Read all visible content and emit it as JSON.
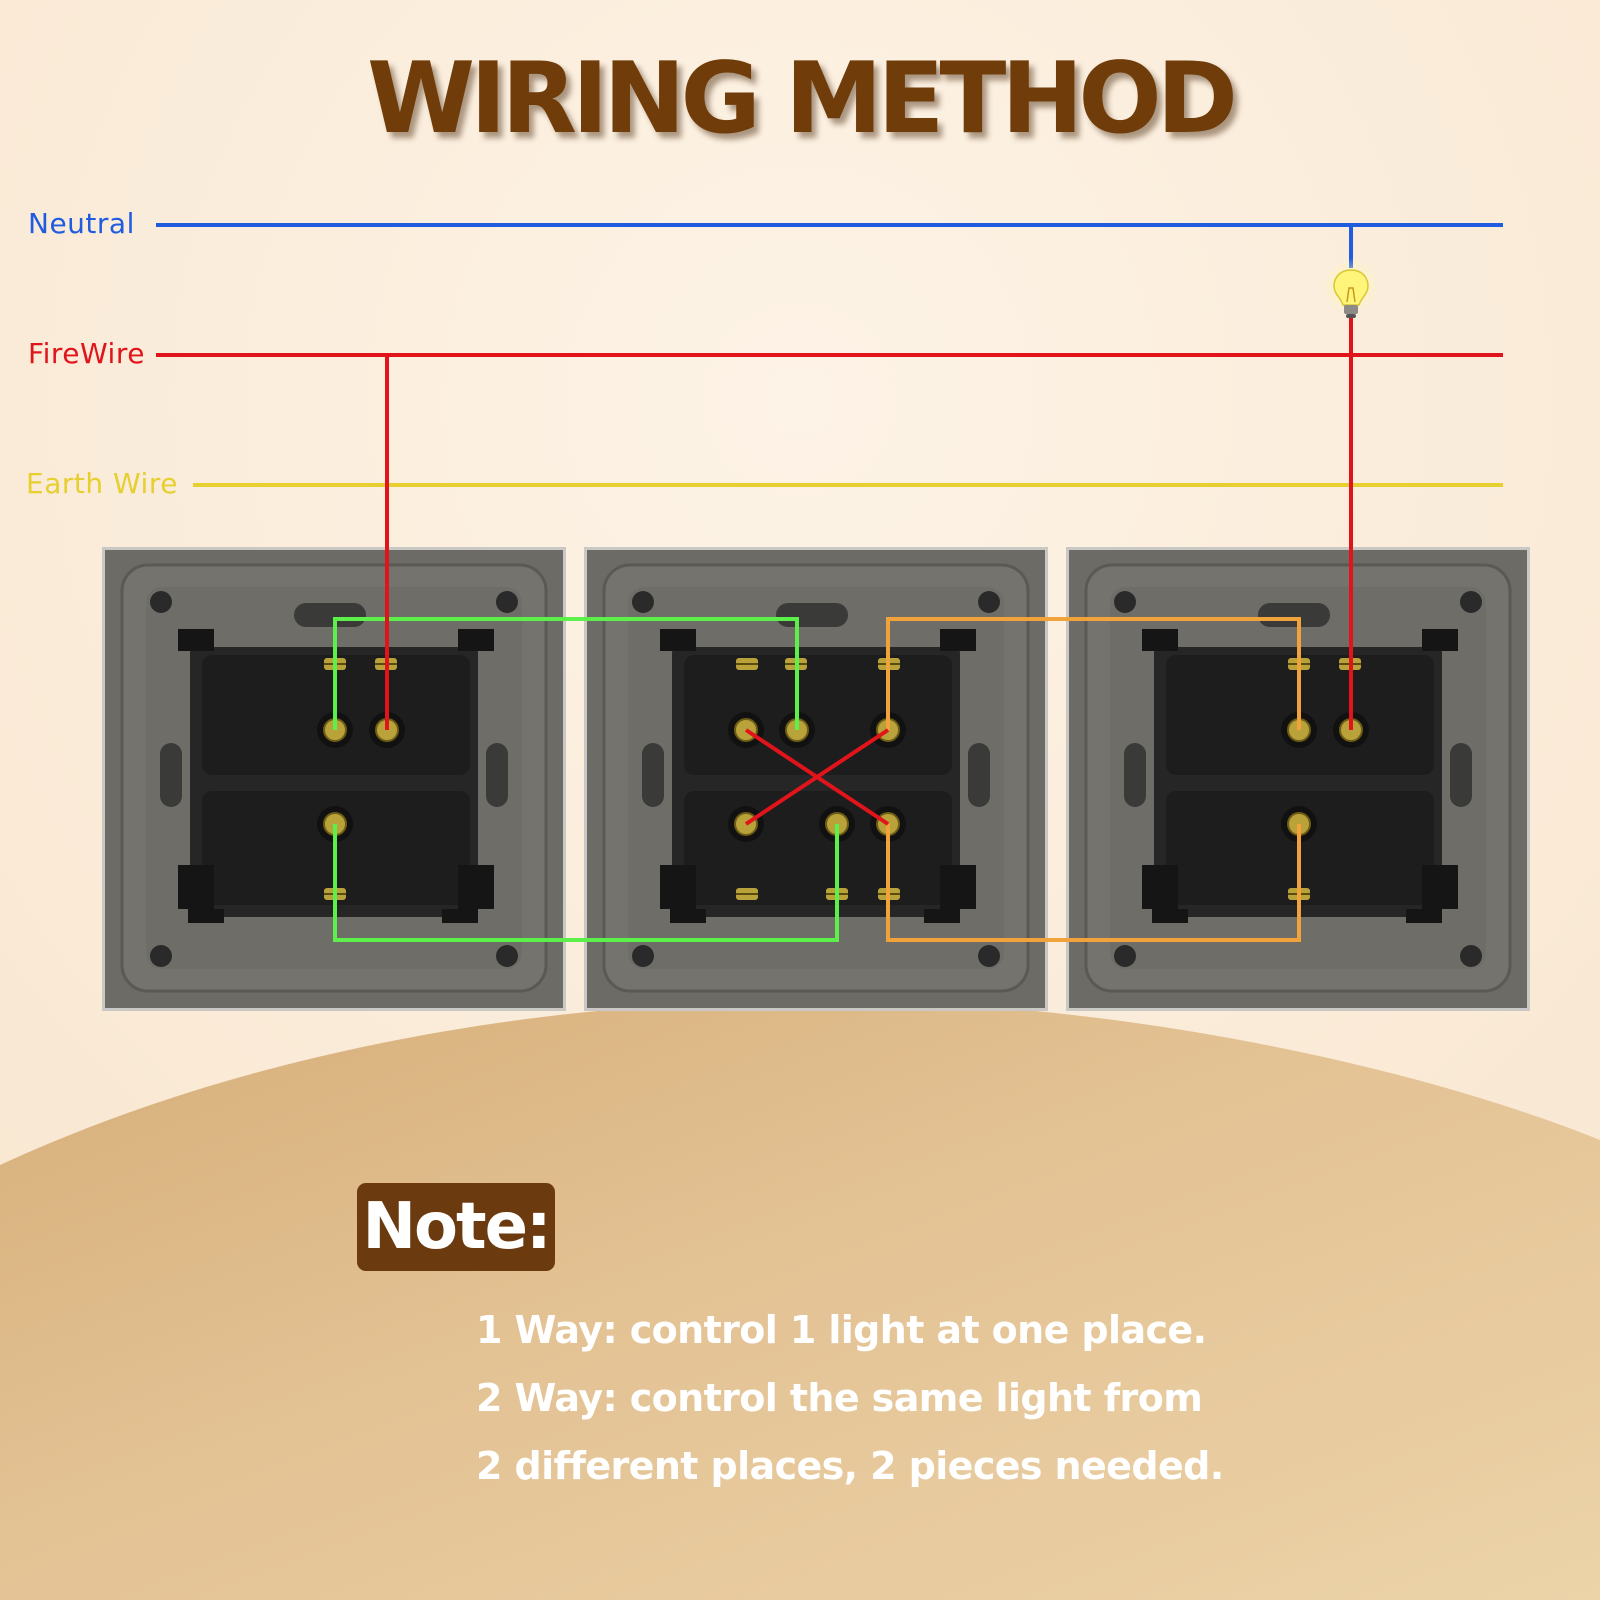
{
  "title": "WIRING METHOD",
  "wires": {
    "neutral": {
      "label": "Neutral",
      "color": "#1f5ce0"
    },
    "fire": {
      "label": "FireWire",
      "color": "#e2141b"
    },
    "earth": {
      "label": "Earth Wire",
      "color": "#e6cf2e"
    }
  },
  "link_colors": {
    "green": "#5ef04a",
    "orange": "#f2a23a"
  },
  "switch_icons": [
    "switch-module-left",
    "switch-module-middle",
    "switch-module-right"
  ],
  "bulb_icon": "light-bulb-icon",
  "note": {
    "label": "Note:",
    "lines": [
      "1 Way: control 1 light at one place.",
      "2 Way: control the same light from",
      "2 different places, 2 pieces needed."
    ]
  }
}
